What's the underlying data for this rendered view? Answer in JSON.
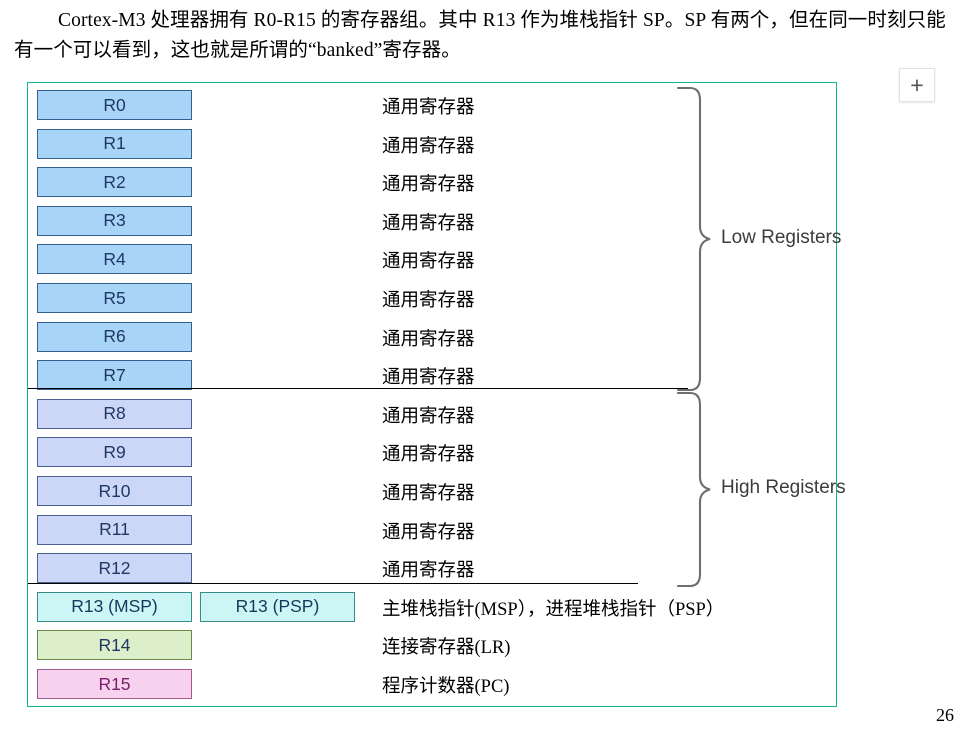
{
  "document": {
    "intro_paragraph": "Cortex-M3 处理器拥有 R0-R15 的寄存器组。其中 R13 作为堆栈指针 SP。SP 有两个，但在同一时刻只能有一个可以看到，这也就是所谓的“banked”寄存器。",
    "page_number": "26"
  },
  "toolbar": {
    "zoom_in_label": "+"
  },
  "figure": {
    "accent_color": "#0fb492",
    "groups": [
      {
        "label": "Low Registers"
      },
      {
        "label": "High Registers"
      }
    ],
    "registers": [
      {
        "name": "R0",
        "desc": "通用寄存器",
        "color": "#a8d4f8"
      },
      {
        "name": "R1",
        "desc": "通用寄存器",
        "color": "#a8d4f8"
      },
      {
        "name": "R2",
        "desc": "通用寄存器",
        "color": "#a8d4f8"
      },
      {
        "name": "R3",
        "desc": "通用寄存器",
        "color": "#a8d4f8"
      },
      {
        "name": "R4",
        "desc": "通用寄存器",
        "color": "#a8d4f8"
      },
      {
        "name": "R5",
        "desc": "通用寄存器",
        "color": "#a8d4f8"
      },
      {
        "name": "R6",
        "desc": "通用寄存器",
        "color": "#a8d4f8"
      },
      {
        "name": "R7",
        "desc": "通用寄存器",
        "color": "#a8d4f8"
      },
      {
        "name": "R8",
        "desc": "通用寄存器",
        "color": "#ccd6f7"
      },
      {
        "name": "R9",
        "desc": "通用寄存器",
        "color": "#ccd6f7"
      },
      {
        "name": "R10",
        "desc": "通用寄存器",
        "color": "#ccd6f7"
      },
      {
        "name": "R11",
        "desc": "通用寄存器",
        "color": "#ccd6f7"
      },
      {
        "name": "R12",
        "desc": "通用寄存器",
        "color": "#ccd6f7"
      },
      {
        "name": "R13 (MSP)",
        "alt_name": "R13 (PSP)",
        "desc": "主堆栈指针(MSP），进程堆栈指针（PSP）",
        "color": "#ccf5f5"
      },
      {
        "name": "R14",
        "desc": "连接寄存器(LR)",
        "color": "#ddeecb"
      },
      {
        "name": "R15",
        "desc": "程序计数器(PC)",
        "color": "#f7d2ee"
      }
    ]
  }
}
